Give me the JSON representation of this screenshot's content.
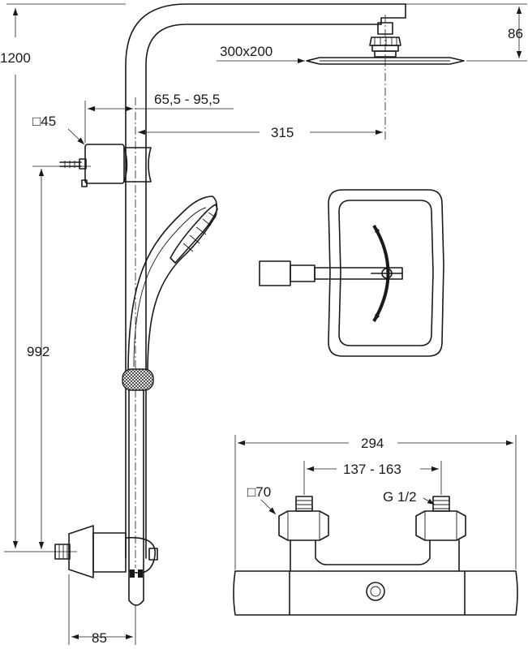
{
  "dimensions": {
    "total_height": "1200",
    "head_drop": "86",
    "head_size": "300x200",
    "bracket_adjust": "65,5 - 95,5",
    "square_45": "□45",
    "arm_length": "315",
    "bracket_height": "992",
    "mixer_offset": "85",
    "mixer_width": "294",
    "inlet_centres": "137 - 163",
    "square_70": "□70",
    "thread": "G 1/2"
  },
  "colors": {
    "line": "#1a1a1a",
    "background": "#ffffff"
  }
}
